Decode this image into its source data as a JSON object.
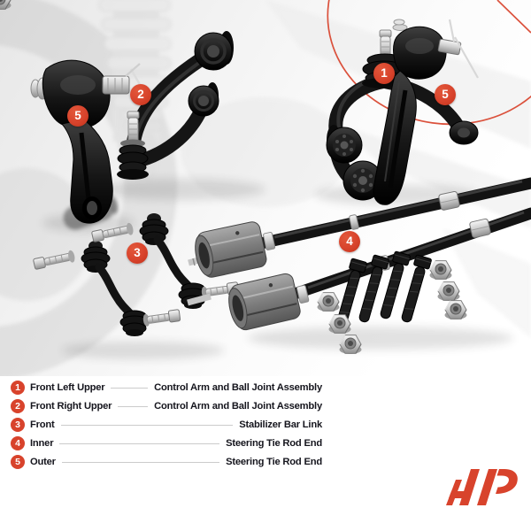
{
  "colors": {
    "accent": "#d8432c",
    "text": "#15151d",
    "leader_line": "#cbcbcb",
    "background": "#ffffff"
  },
  "callouts": [
    {
      "number": "1"
    },
    {
      "number": "2"
    },
    {
      "number": "3"
    },
    {
      "number": "4"
    },
    {
      "number": "5"
    },
    {
      "number": "5"
    }
  ],
  "legend": {
    "items": [
      {
        "number": "1",
        "label": "Front Left Upper",
        "part": "Control Arm and Ball Joint Assembly"
      },
      {
        "number": "2",
        "label": "Front Right Upper",
        "part": "Control Arm and Ball Joint Assembly"
      },
      {
        "number": "3",
        "label": "Front",
        "part": "Stabilizer Bar Link"
      },
      {
        "number": "4",
        "label": "Inner",
        "part": "Steering Tie Rod End"
      },
      {
        "number": "5",
        "label": "Outer",
        "part": "Steering Tie Rod End"
      }
    ]
  },
  "icons": {
    "brand_logo": "ap-monogram-logo"
  }
}
